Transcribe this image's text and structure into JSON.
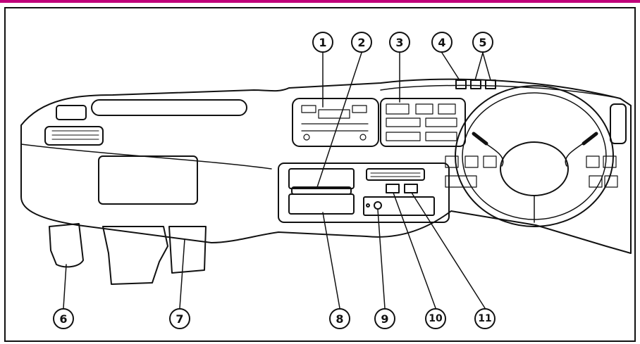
{
  "colors": {
    "accent_bar": "#c0007a",
    "line": "#111111"
  },
  "callouts": [
    {
      "label": "1"
    },
    {
      "label": "2"
    },
    {
      "label": "3"
    },
    {
      "label": "4"
    },
    {
      "label": "5"
    },
    {
      "label": "6"
    },
    {
      "label": "7"
    },
    {
      "label": "8"
    },
    {
      "label": "9"
    },
    {
      "label": "10"
    },
    {
      "label": "11"
    }
  ]
}
